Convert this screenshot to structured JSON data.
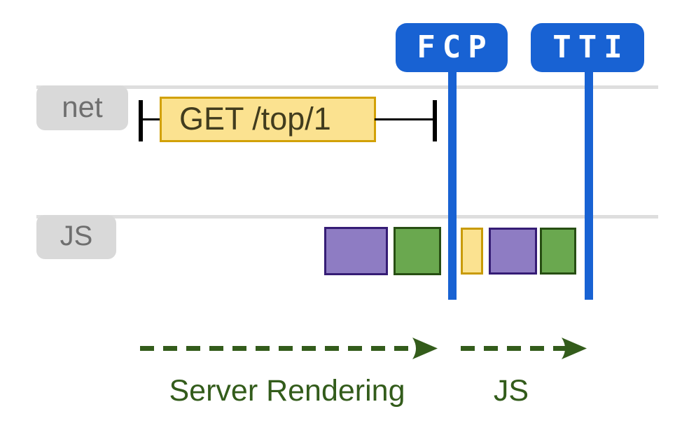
{
  "badges": {
    "fcp": "FCP",
    "tti": "TTI"
  },
  "tracks": {
    "net_label": "net",
    "js_label": "JS"
  },
  "request": {
    "label": "GET /top/1"
  },
  "phases": {
    "server_rendering_label": "Server Rendering",
    "js_label": "JS"
  },
  "js_blocks": [
    {
      "group": "before-fcp",
      "color_name": "purple"
    },
    {
      "group": "before-fcp",
      "color_name": "green"
    },
    {
      "group": "after-fcp",
      "color_name": "yellow"
    },
    {
      "group": "after-fcp",
      "color_name": "purple"
    },
    {
      "group": "after-fcp",
      "color_name": "green"
    }
  ],
  "colors": {
    "marker_blue": "#1862d3",
    "track_line_gray": "#dedede",
    "tab_gray": "#d9d9d9",
    "tab_text_gray": "#6f6f6f",
    "request_yellow_fill": "#fbe290",
    "request_yellow_border": "#d2a106",
    "block_purple_fill": "#8e7cc3",
    "block_purple_border": "#351c75",
    "block_green_fill": "#6aa84f",
    "block_green_border": "#274e13",
    "block_yellow_fill": "#fbe290",
    "block_yellow_border": "#c99b05",
    "arrow_green": "#335c1b",
    "whisker_black": "#000000"
  }
}
